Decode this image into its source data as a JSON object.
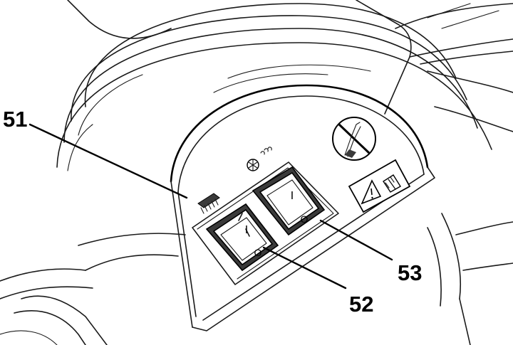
{
  "callouts": [
    {
      "id": "51",
      "label": "51",
      "part": "brush-switch-indicator"
    },
    {
      "id": "52",
      "label": "52",
      "part": "brush-rocker-switch"
    },
    {
      "id": "53",
      "label": "53",
      "part": "vacuum-rocker-switch"
    }
  ],
  "switches": [
    {
      "id": "brush",
      "on_symbol": "I",
      "off_symbol": "O"
    },
    {
      "id": "vacuum",
      "on_symbol": "I",
      "off_symbol": "O"
    }
  ],
  "icons": {
    "brush": "brush-icon",
    "vacuum": "vacuum-motor-icon",
    "no_step": "no-step-prohibition-icon",
    "warning": "warning-triangle-icon",
    "manual": "read-manual-book-icon"
  },
  "colors": {
    "line": "#1a1a1a",
    "panel_shade": "#3a3a3a",
    "background": "#ffffff"
  }
}
